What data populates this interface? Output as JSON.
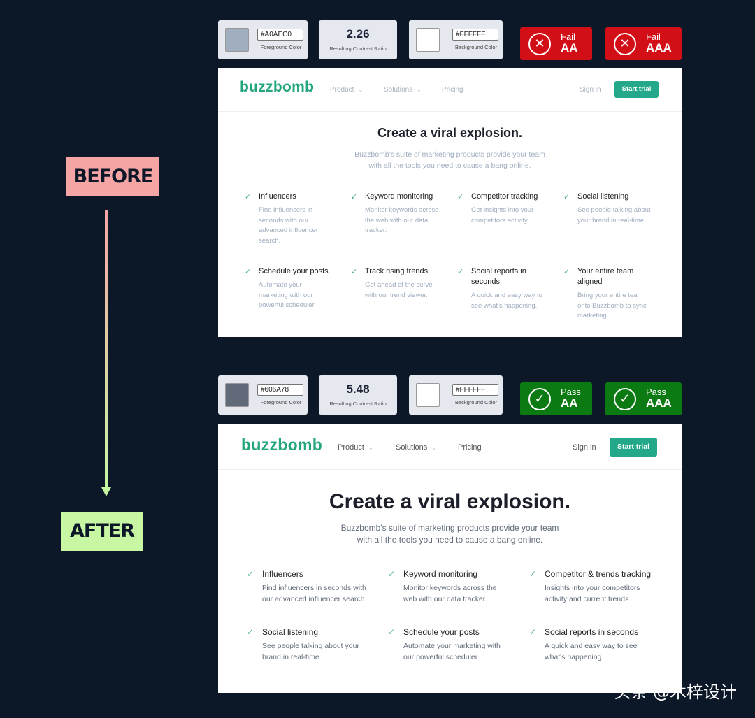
{
  "labels": {
    "before": "BEFORE",
    "after": "AFTER"
  },
  "colors": {
    "background": "#0c1827",
    "fail": "#d20f17",
    "pass": "#0b7a12",
    "brand": "#23a88a",
    "before_tag": "#f6a5a5",
    "after_tag": "#c8f7a3"
  },
  "before": {
    "checker": {
      "fg_hex": "#A0AEC0",
      "fg_swatch": "#a0aec0",
      "fg_label": "Foreground Color",
      "ratio": "2.26",
      "ratio_label": "Resulting Contrast Ratio",
      "bg_hex": "#FFFFFF",
      "bg_swatch": "#ffffff",
      "bg_label": "Background Color",
      "results": [
        {
          "status": "Fail",
          "level": "AA",
          "icon": "x-circle-icon"
        },
        {
          "status": "Fail",
          "level": "AAA",
          "icon": "x-circle-icon"
        }
      ]
    },
    "site": {
      "logo": "buzzbomb",
      "nav": [
        "Product",
        "Solutions",
        "Pricing"
      ],
      "sign_in": "Sign in",
      "cta": "Start trial",
      "heading": "Create a viral explosion.",
      "sub1": "Buzzbomb's suite of marketing products provide your team",
      "sub2": "with all the tools you need to cause a bang online.",
      "text_color": "#a0aec0",
      "features": [
        {
          "title": "Influencers",
          "desc": [
            "Find influencers in",
            "seconds with our",
            "advanced influencer",
            "search."
          ]
        },
        {
          "title": "Keyword monitoring",
          "desc": [
            "Monitor keywords across",
            "the web with our data",
            "tracker."
          ]
        },
        {
          "title": "Competitor tracking",
          "desc": [
            "Get insights into your",
            "competitors activity."
          ]
        },
        {
          "title": "Social listening",
          "desc": [
            "See people talking about",
            "your brand in real-time."
          ]
        },
        {
          "title": "Schedule your posts",
          "desc": [
            "Automate your",
            "marketing with our",
            "powerful scheduler."
          ]
        },
        {
          "title": "Track rising trends",
          "desc": [
            "Get ahead of the curve",
            "with our trend viewer."
          ]
        },
        {
          "title": [
            "Social reports in",
            "seconds"
          ],
          "desc": [
            "A quick and easy way to",
            "see what's happening."
          ]
        },
        {
          "title": [
            "Your entire team",
            "aligned"
          ],
          "desc": [
            "Bring your entire team",
            "onto Buzzbomb to sync",
            "marketing."
          ]
        }
      ]
    }
  },
  "after": {
    "checker": {
      "fg_hex": "#606A78",
      "fg_swatch": "#606a78",
      "fg_label": "Foreground Color",
      "ratio": "5.48",
      "ratio_label": "Resulting Contrast Ratio",
      "bg_hex": "#FFFFFF",
      "bg_swatch": "#ffffff",
      "bg_label": "Background Color",
      "results": [
        {
          "status": "Pass",
          "level": "AA",
          "icon": "check-circle-icon"
        },
        {
          "status": "Pass",
          "level": "AAA",
          "icon": "check-circle-icon"
        }
      ]
    },
    "site": {
      "logo": "buzzbomb",
      "nav": [
        "Product",
        "Solutions",
        "Pricing"
      ],
      "sign_in": "Sign in",
      "cta": "Start trial",
      "heading": "Create a viral explosion.",
      "sub1": "Buzzbomb's suite of marketing products provide your team",
      "sub2": "with all the tools you need to cause a bang online.",
      "text_color": "#606a78",
      "features": [
        {
          "title": "Influencers",
          "desc": [
            "Find influencers in seconds with",
            "our advanced influencer search."
          ]
        },
        {
          "title": "Keyword monitoring",
          "desc": [
            "Monitor keywords across the",
            "web with our data tracker."
          ]
        },
        {
          "title": "Competitor & trends tracking",
          "desc": [
            "Insights into your competitors",
            "activity and current trends."
          ]
        },
        {
          "title": "Social listening",
          "desc": [
            "See people talking about your",
            "brand in real-time."
          ]
        },
        {
          "title": "Schedule your posts",
          "desc": [
            "Automate your marketing with",
            "our powerful scheduler."
          ]
        },
        {
          "title": "Social reports in seconds",
          "desc": [
            "A quick and easy way to see",
            "what's happening."
          ]
        }
      ]
    }
  },
  "watermark": "头条 @木梓设计"
}
